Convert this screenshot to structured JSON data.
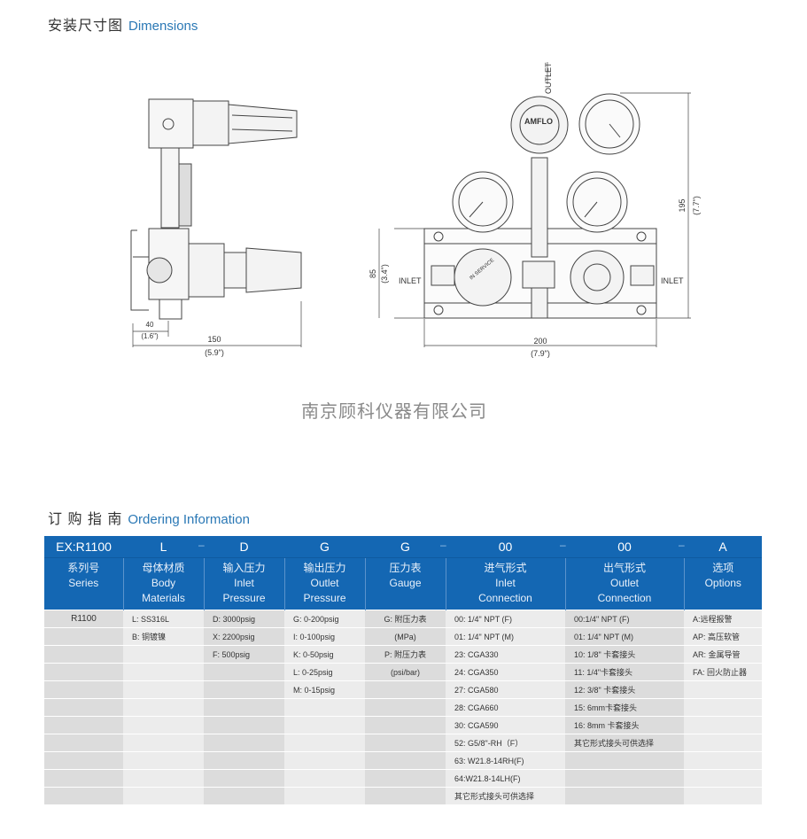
{
  "dimensions": {
    "title_cn": "安装尺寸图",
    "title_en": "Dimensions"
  },
  "side_view": {
    "dim_40": "40",
    "dim_40_in": "(1.6\")",
    "dim_150": "150",
    "dim_150_in": "(5.9\")"
  },
  "front_view": {
    "outlet": "OUTLET",
    "inlet_left": "INLET",
    "inlet_right": "INLET",
    "dim_85": "85",
    "dim_85_in": "(3.4\")",
    "dim_195": "195",
    "dim_195_in": "(7.7\")",
    "dim_200": "200",
    "dim_200_in": "(7.9\")",
    "brand": "AMFLO",
    "knob_label": "IN SERVICE"
  },
  "watermark": "南京顾科仪器有限公司",
  "ordering": {
    "title_cn": "订 购 指 南",
    "title_en": "Ordering Information",
    "code": [
      "EX:R1100",
      "L",
      "D",
      "G",
      "G",
      "00",
      "00",
      "A"
    ],
    "code_dashes": [
      "–",
      "–",
      "–",
      "–"
    ],
    "headers": [
      [
        "系列号",
        "Series",
        ""
      ],
      [
        "母体材质",
        "Body",
        "Materials"
      ],
      [
        "输入压力",
        "Inlet",
        "Pressure"
      ],
      [
        "输出压力",
        "Outlet",
        "Pressure"
      ],
      [
        "压力表",
        "Gauge",
        ""
      ],
      [
        "进气形式",
        "Inlet",
        "Connection"
      ],
      [
        "出气形式",
        "Outlet",
        "Connection"
      ],
      [
        "选项",
        "Options",
        ""
      ]
    ],
    "columns": [
      [
        "R1100"
      ],
      [
        "L: SS316L",
        "B: 铜镀镍"
      ],
      [
        "D: 3000psig",
        "X: 2200psig",
        "F: 500psig"
      ],
      [
        "G: 0-200psig",
        "I: 0-100psig",
        "K: 0-50psig",
        "L: 0-25psig",
        "M: 0-15psig"
      ],
      [
        "G: 附压力表",
        "(MPa)",
        "P: 附压力表",
        "(psi/bar)"
      ],
      [
        "00: 1/4\" NPT (F)",
        "01: 1/4\" NPT (M)",
        "23: CGA330",
        "24: CGA350",
        "27: CGA580",
        "28: CGA660",
        "30: CGA590",
        "52: G5/8\"-RH（F）",
        "63: W21.8-14RH(F)",
        "64:W21.8-14LH(F)",
        "其它形式接头可供选择"
      ],
      [
        "00:1/4\" NPT (F)",
        "01: 1/4\" NPT (M)",
        "10: 1/8\" 卡套接头",
        "11: 1/4\"卡套接头",
        "12: 3/8\" 卡套接头",
        "15: 6mm卡套接头",
        "16: 8mm 卡套接头",
        "其它形式接头可供选择"
      ],
      [
        "A:远程报警",
        "AP: 高压软管",
        "AR: 金属导管",
        "FA: 回火防止器"
      ]
    ]
  }
}
